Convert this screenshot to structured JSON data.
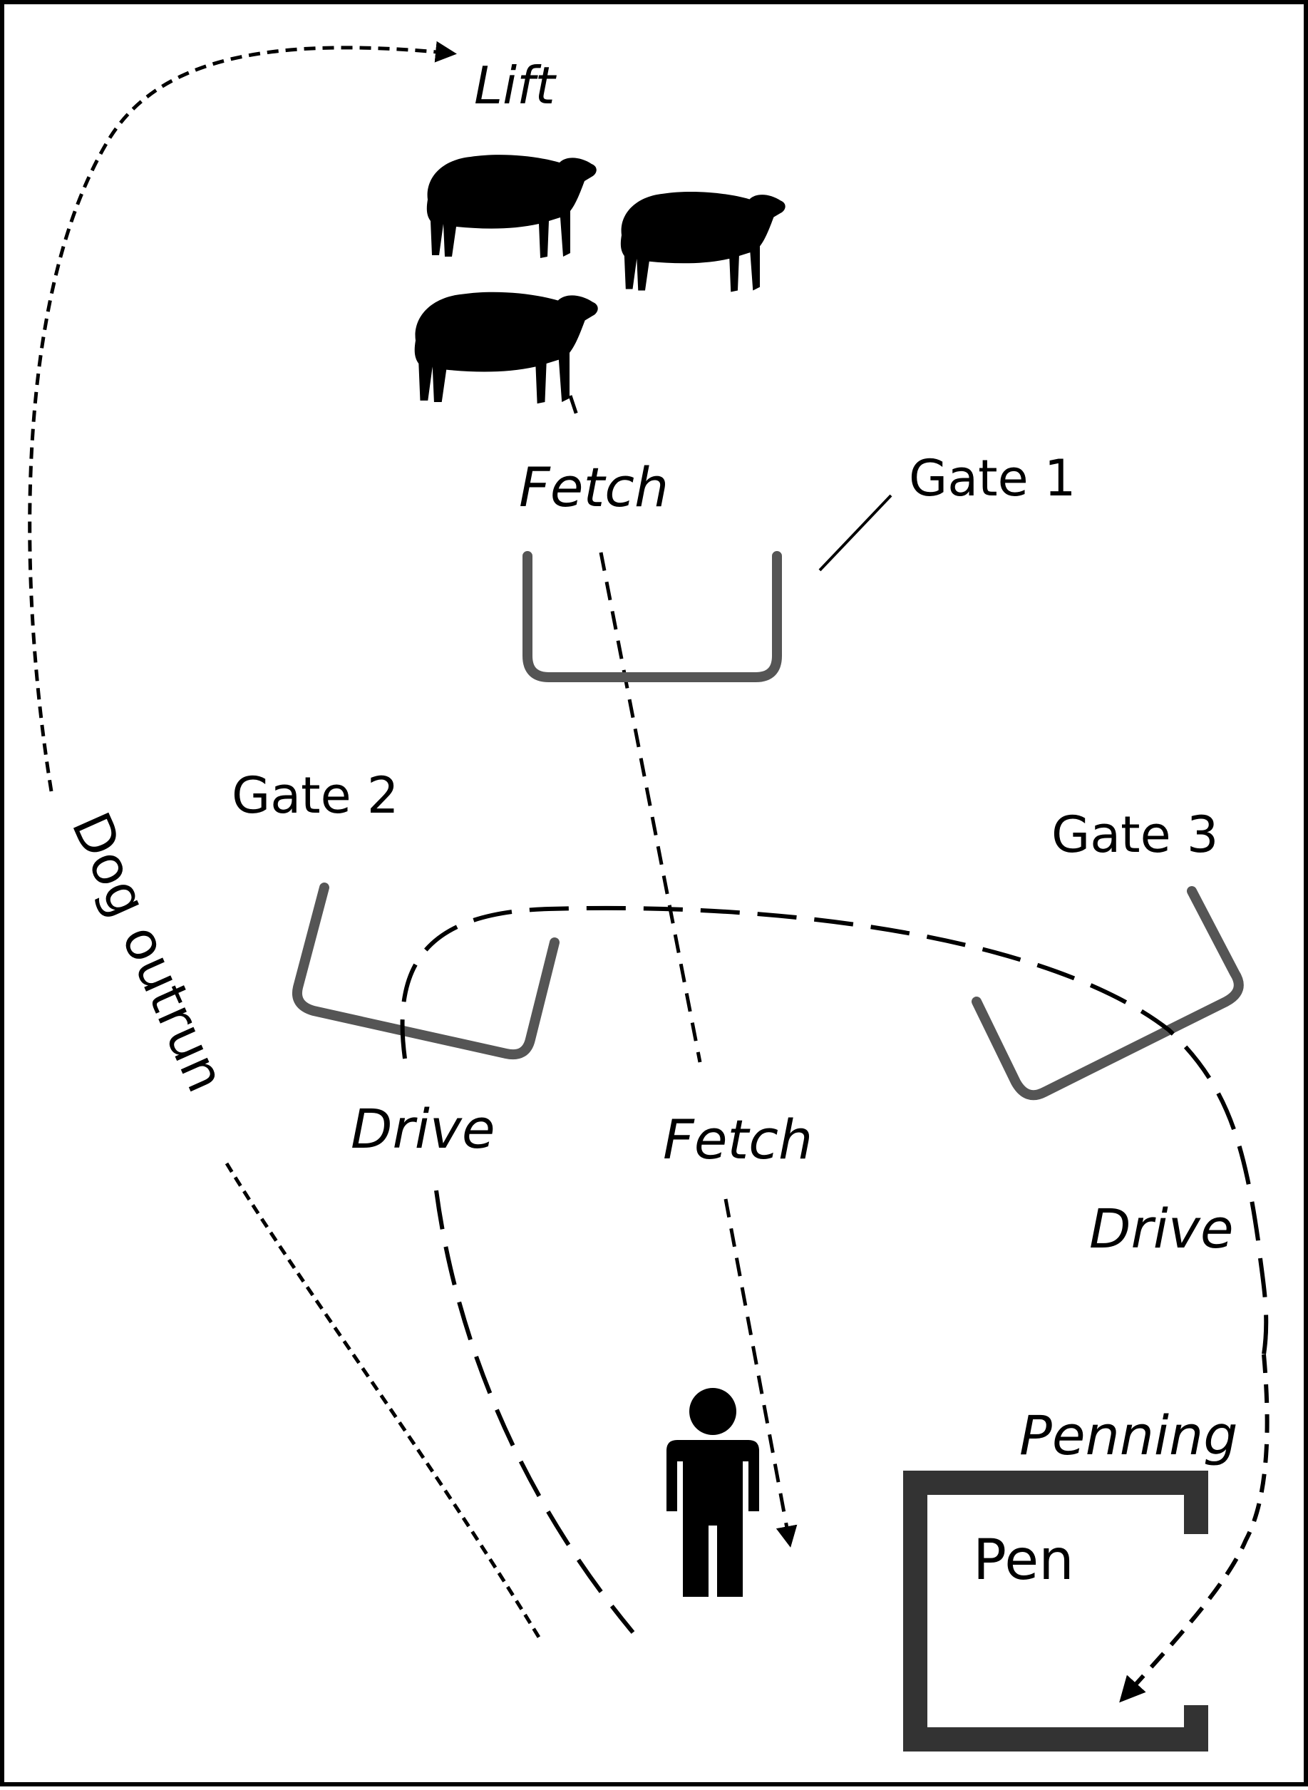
{
  "labels": {
    "lift": "Lift",
    "fetch_upper": "Fetch",
    "gate1": "Gate 1",
    "gate2": "Gate 2",
    "gate3": "Gate 3",
    "dog_outrun": "Dog outrun",
    "drive_left": "Drive",
    "fetch_lower": "Fetch",
    "drive_right": "Drive",
    "penning": "Penning",
    "pen": "Pen"
  },
  "colors": {
    "border": "#000000",
    "gate": "#555555",
    "pen": "#333333",
    "ink": "#000000"
  },
  "icons": {
    "sheep": "sheep-silhouette-icon",
    "handler": "person-icon"
  }
}
